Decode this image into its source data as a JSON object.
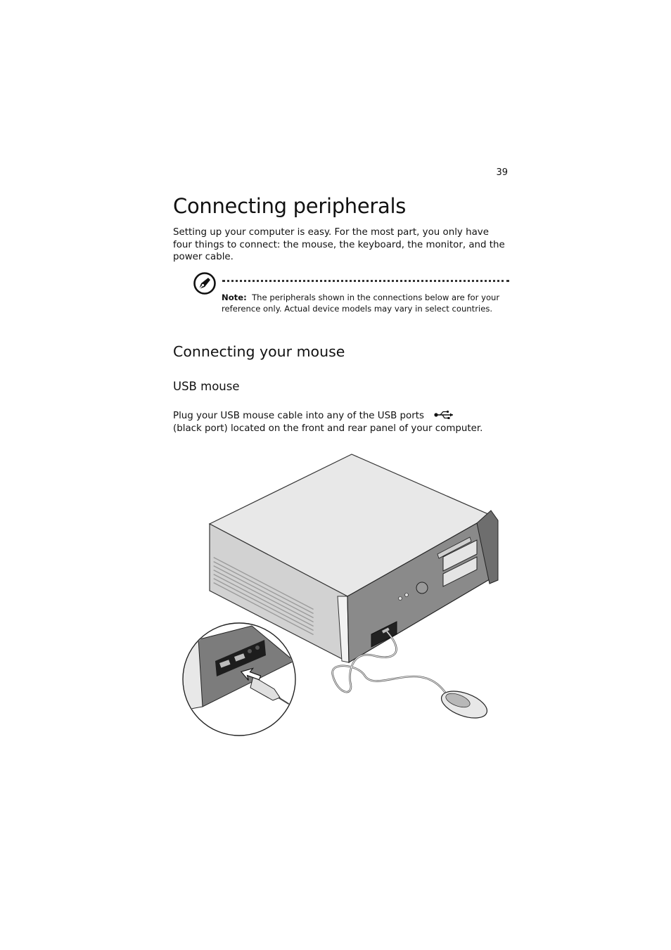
{
  "page": {
    "number": "39"
  },
  "section": {
    "title": "Connecting peripherals",
    "intro": "Setting up your computer is easy.  For the most part, you only have four things to connect:  the mouse, the keyboard, the monitor, and the power cable."
  },
  "note": {
    "icon": "note-pen-icon",
    "label": "Note:",
    "text": "The peripherals shown in the connections below are for your reference only.  Actual device models may vary in select countries."
  },
  "subsection": {
    "title": "Connecting your mouse",
    "subheading": "USB mouse",
    "body_line1": "Plug your USB mouse cable into any of the USB  ports",
    "body_line2": "(black port) located on the front and rear panel of your computer.",
    "inline_icon": "usb-icon"
  },
  "figure": {
    "description_icon": "computer-usb-mouse-illustration"
  }
}
